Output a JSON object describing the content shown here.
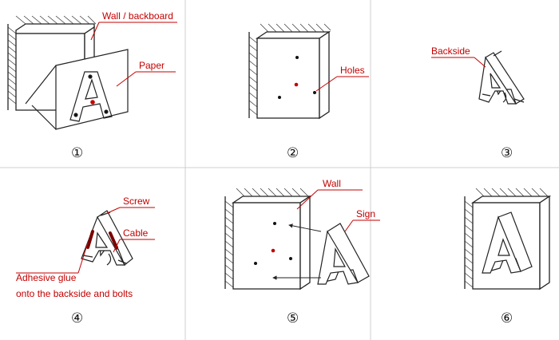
{
  "colors": {
    "accent": "#c40000",
    "line": "#222222",
    "divider": "#cfcfcf",
    "hole": "#111111"
  },
  "steps": [
    {
      "number": "①",
      "labels": [
        "Wall / backboard",
        "Paper"
      ]
    },
    {
      "number": "②",
      "labels": [
        "Holes"
      ]
    },
    {
      "number": "③",
      "labels": [
        "Backside"
      ]
    },
    {
      "number": "④",
      "labels": [
        "Screw",
        "Cable",
        "Adhesive glue",
        "onto the backside and bolts"
      ]
    },
    {
      "number": "⑤",
      "labels": [
        "Wall",
        "Sign"
      ]
    },
    {
      "number": "⑥",
      "labels": []
    }
  ]
}
